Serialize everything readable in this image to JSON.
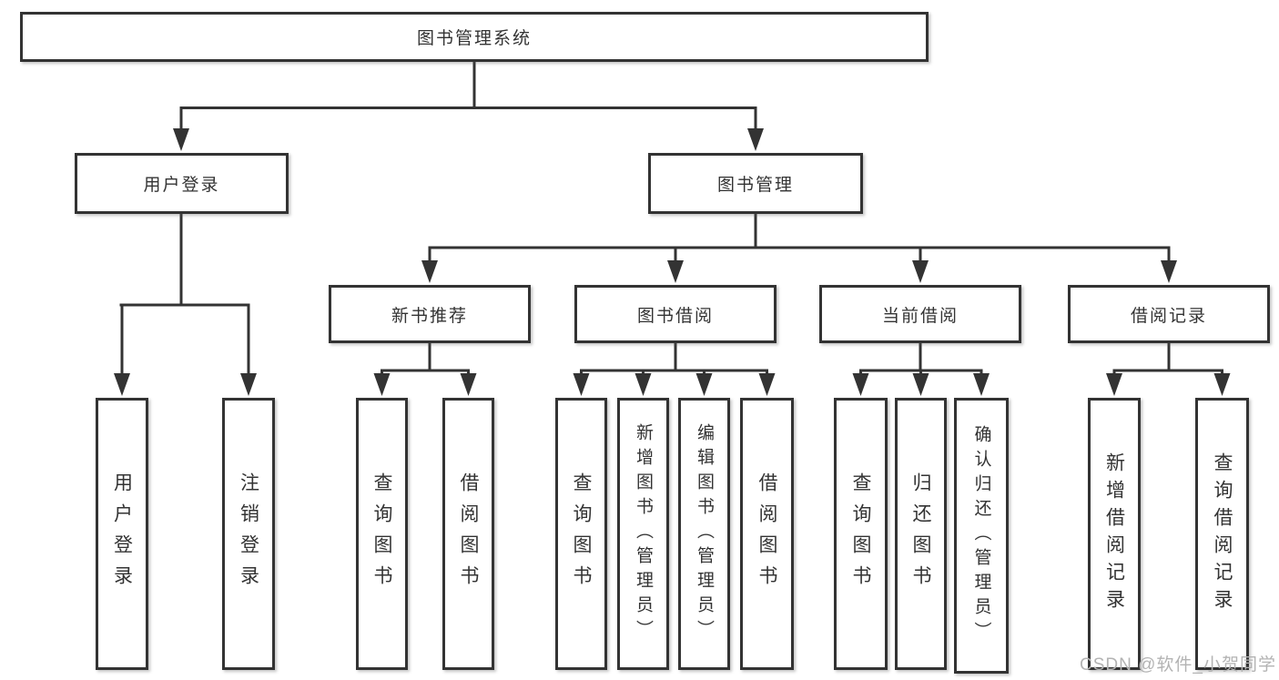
{
  "tree": {
    "root": {
      "label": "图书管理系统"
    },
    "branches": [
      {
        "label": "用户登录",
        "children": [
          {
            "label": "用户登录"
          },
          {
            "label": "注销登录"
          }
        ]
      },
      {
        "label": "图书管理",
        "children": [
          {
            "label": "新书推荐",
            "children": [
              {
                "label": "查询图书"
              },
              {
                "label": "借阅图书"
              }
            ]
          },
          {
            "label": "图书借阅",
            "children": [
              {
                "label": "查询图书"
              },
              {
                "label": "新增图书（管理员）"
              },
              {
                "label": "编辑图书（管理员）"
              },
              {
                "label": "借阅图书"
              }
            ]
          },
          {
            "label": "当前借阅",
            "children": [
              {
                "label": "查询图书"
              },
              {
                "label": "归还图书"
              },
              {
                "label": "确认归还（管理员）"
              }
            ]
          },
          {
            "label": "借阅记录",
            "children": [
              {
                "label": "新增借阅记录"
              },
              {
                "label": "查询借阅记录"
              }
            ]
          }
        ]
      }
    ]
  },
  "watermark": "CSDN @软件_小贺同学",
  "colors": {
    "line": "#333333",
    "text": "#333333",
    "watermark": "#b3b3b3",
    "background": "#ffffff"
  }
}
